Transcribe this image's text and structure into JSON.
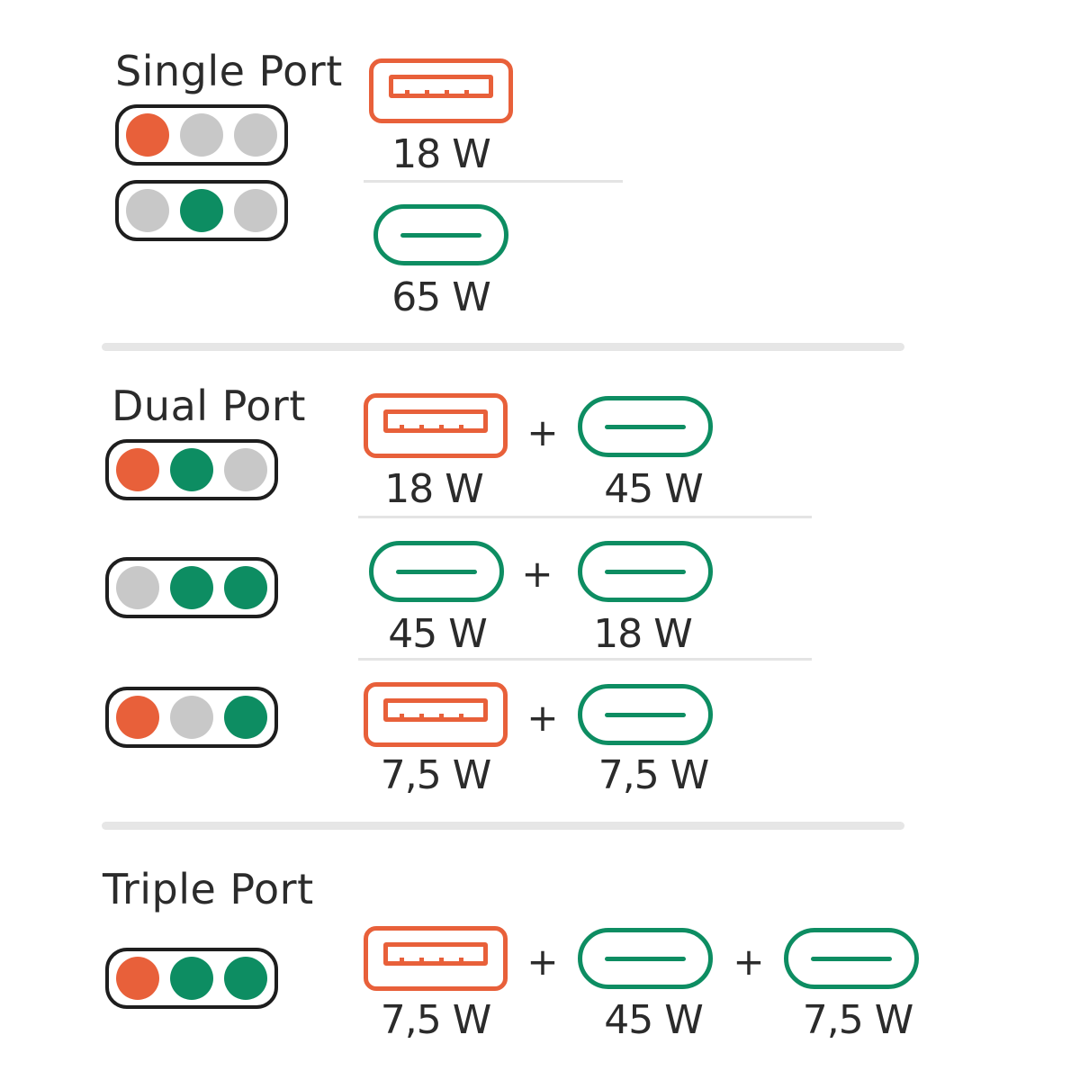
{
  "colors": {
    "usb_a": "#e8603a",
    "usb_c": "#0d8d62",
    "indicator_off": "#c8c8c8",
    "indicator_border": "#1e1e1e",
    "text": "#2b2b2b"
  },
  "sections": [
    {
      "title": "Single Port",
      "modes": [
        {
          "indicator": [
            "orange",
            "gray",
            "gray"
          ],
          "ports": [
            {
              "type": "usb-a",
              "power": "18 W"
            }
          ]
        },
        {
          "indicator": [
            "gray",
            "green",
            "gray"
          ],
          "ports": [
            {
              "type": "usb-c",
              "power": "65 W"
            }
          ]
        }
      ]
    },
    {
      "title": "Dual Port",
      "modes": [
        {
          "indicator": [
            "orange",
            "green",
            "gray"
          ],
          "ports": [
            {
              "type": "usb-a",
              "power": "18 W"
            },
            {
              "type": "usb-c",
              "power": "45 W"
            }
          ]
        },
        {
          "indicator": [
            "gray",
            "green",
            "green"
          ],
          "ports": [
            {
              "type": "usb-c",
              "power": "45 W"
            },
            {
              "type": "usb-c",
              "power": "18 W"
            }
          ]
        },
        {
          "indicator": [
            "orange",
            "gray",
            "green"
          ],
          "ports": [
            {
              "type": "usb-a",
              "power": "7,5 W"
            },
            {
              "type": "usb-c",
              "power": "7,5 W"
            }
          ]
        }
      ]
    },
    {
      "title": "Triple Port",
      "modes": [
        {
          "indicator": [
            "orange",
            "green",
            "green"
          ],
          "ports": [
            {
              "type": "usb-a",
              "power": "7,5 W"
            },
            {
              "type": "usb-c",
              "power": "45 W"
            },
            {
              "type": "usb-c",
              "power": "7,5 W"
            }
          ]
        }
      ]
    }
  ],
  "plus_sign": "+"
}
